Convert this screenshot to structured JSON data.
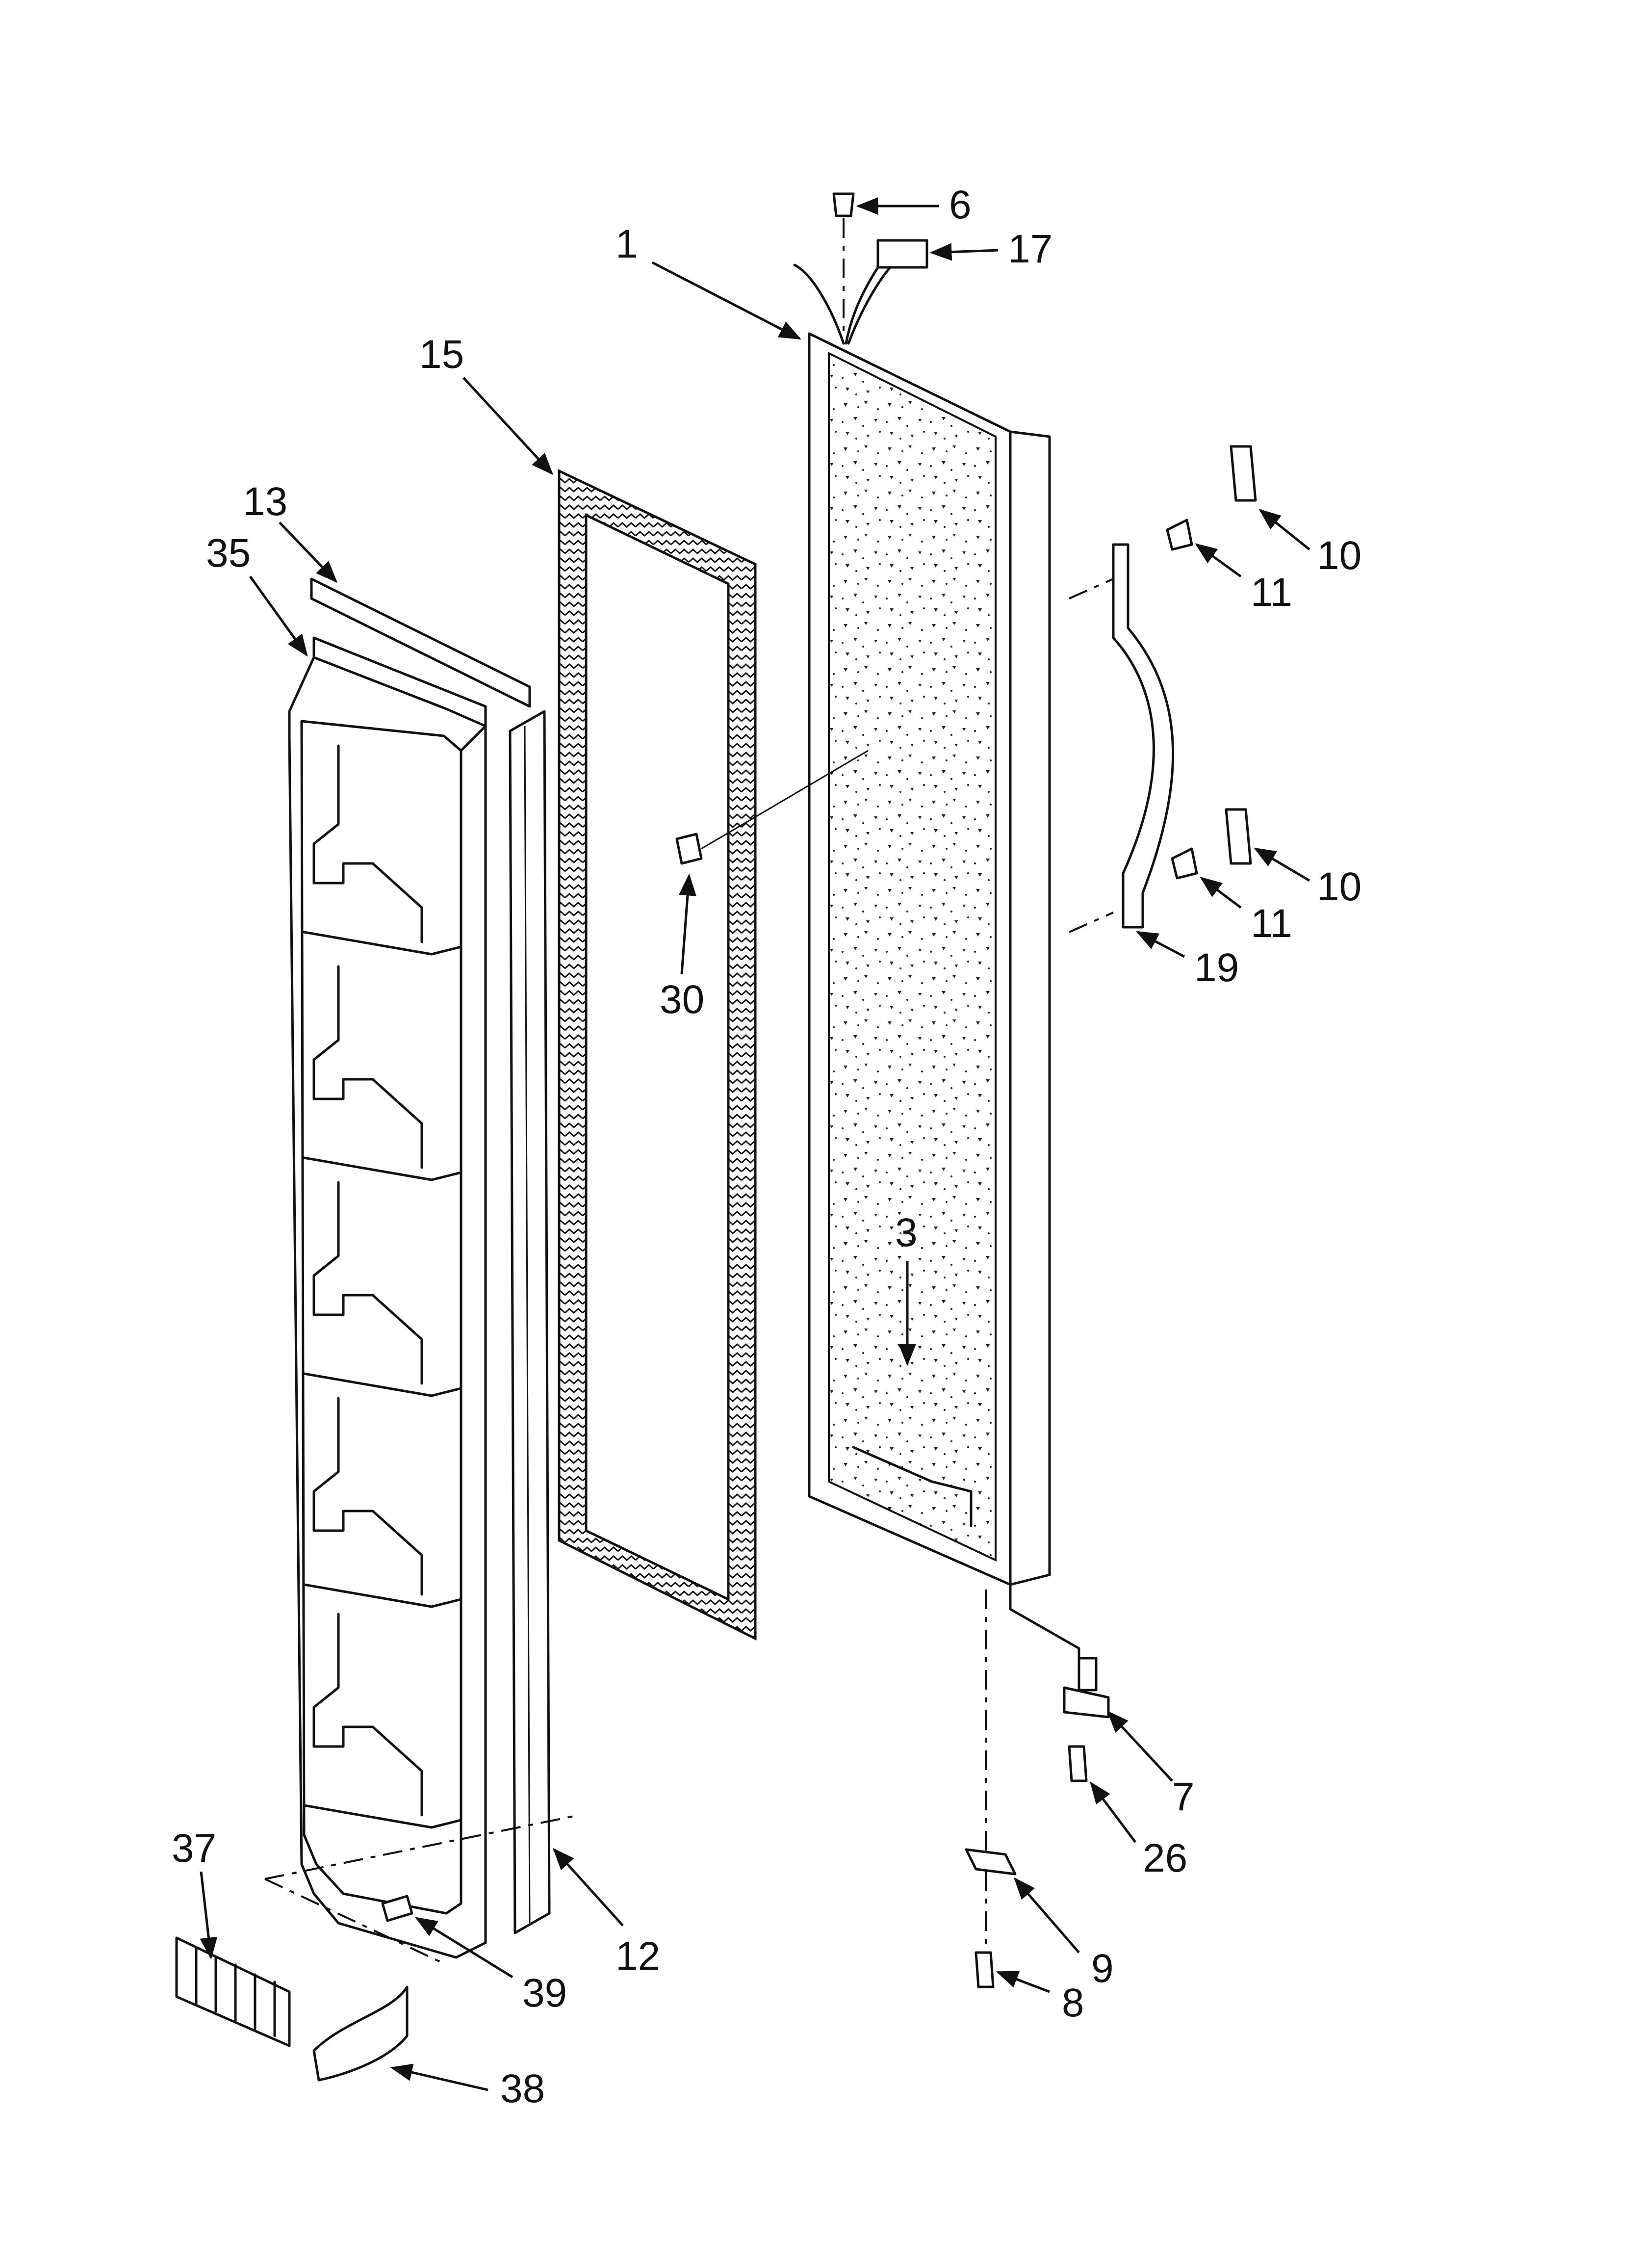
{
  "diagram": {
    "callouts": [
      {
        "id": "c1",
        "label": "1"
      },
      {
        "id": "c3",
        "label": "3"
      },
      {
        "id": "c6",
        "label": "6"
      },
      {
        "id": "c7",
        "label": "7"
      },
      {
        "id": "c8",
        "label": "8"
      },
      {
        "id": "c9",
        "label": "9"
      },
      {
        "id": "c10a",
        "label": "10"
      },
      {
        "id": "c10b",
        "label": "10"
      },
      {
        "id": "c11a",
        "label": "11"
      },
      {
        "id": "c11b",
        "label": "11"
      },
      {
        "id": "c12",
        "label": "12"
      },
      {
        "id": "c13",
        "label": "13"
      },
      {
        "id": "c15",
        "label": "15"
      },
      {
        "id": "c17",
        "label": "17"
      },
      {
        "id": "c19",
        "label": "19"
      },
      {
        "id": "c26",
        "label": "26"
      },
      {
        "id": "c30",
        "label": "30"
      },
      {
        "id": "c35",
        "label": "35"
      },
      {
        "id": "c37",
        "label": "37"
      },
      {
        "id": "c38",
        "label": "38"
      },
      {
        "id": "c39",
        "label": "39"
      }
    ]
  }
}
